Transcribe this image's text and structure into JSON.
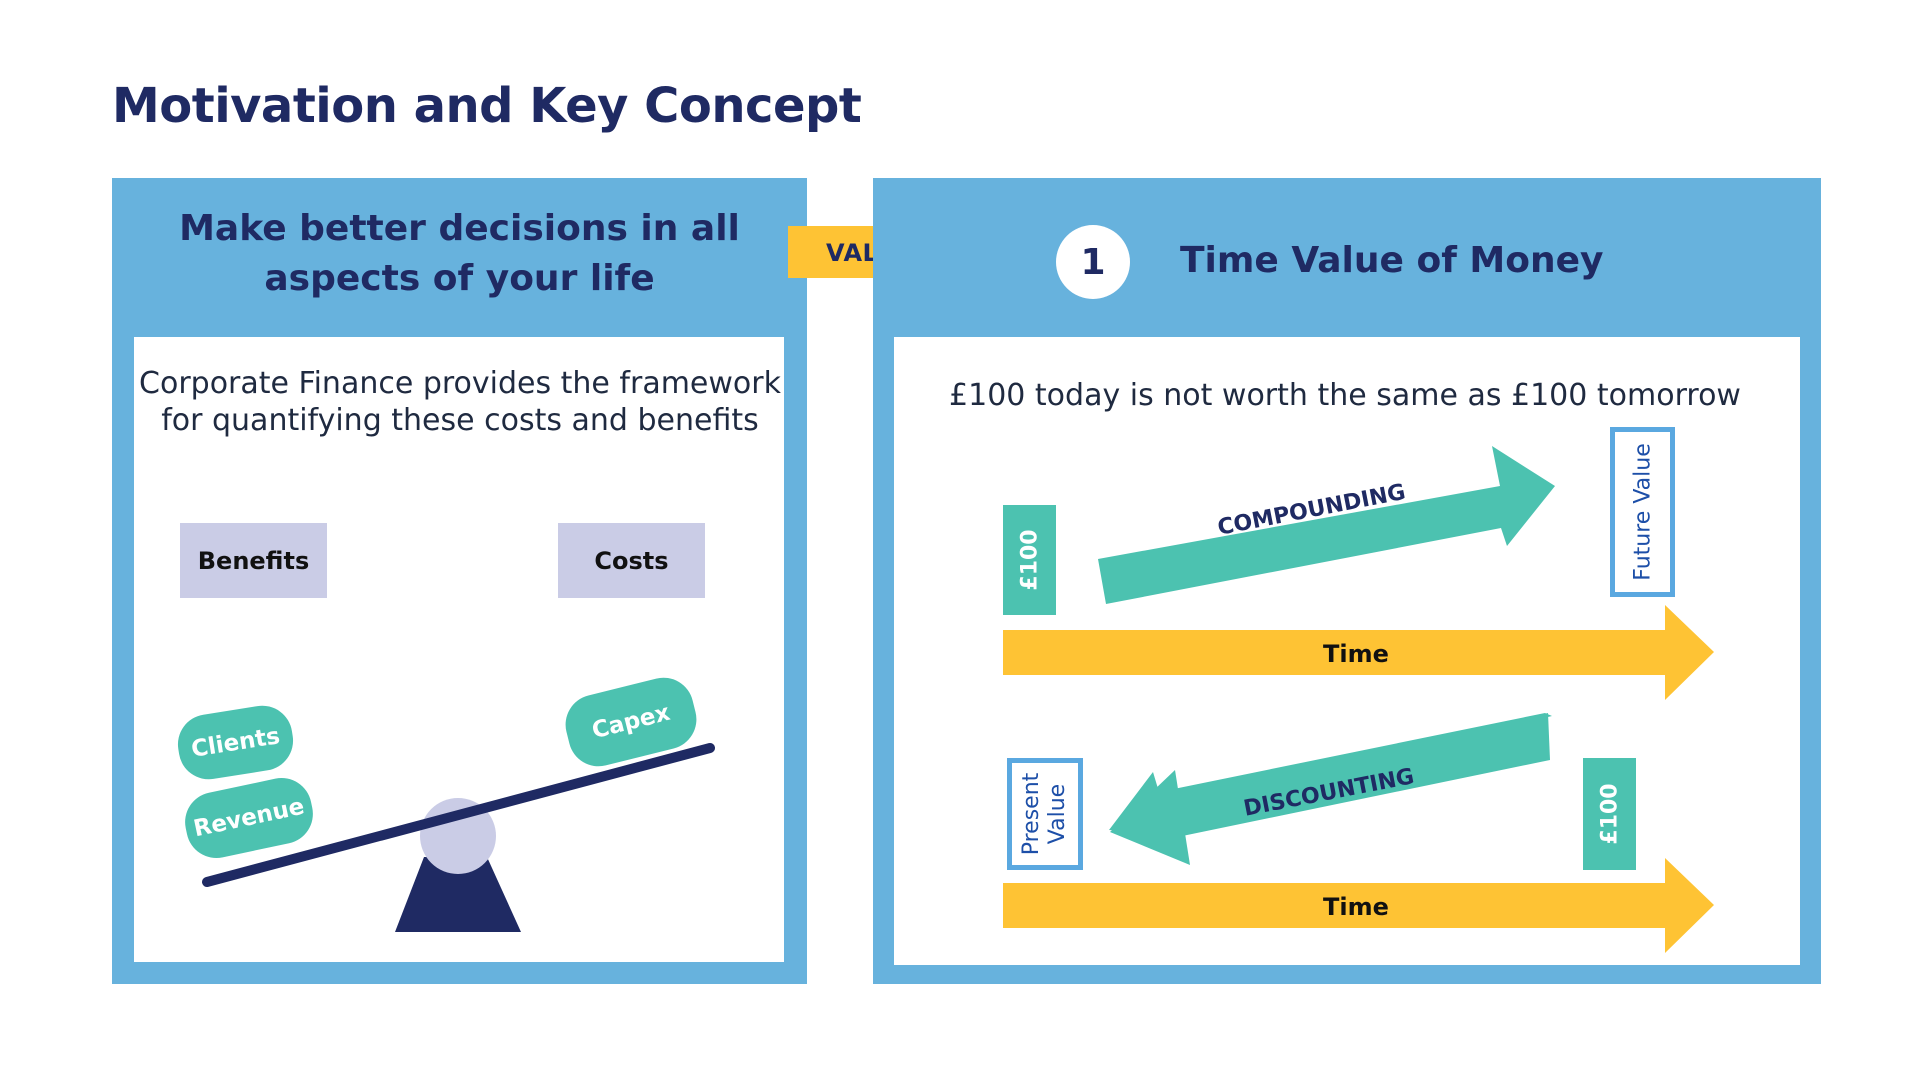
{
  "page": {
    "title": "Motivation and Key Concept"
  },
  "left_panel": {
    "heading": "Make better decisions in all aspects of your life",
    "body": "Corporate Finance provides the framework for quantifying these costs and benefits",
    "benefits_label": "Benefits",
    "costs_label": "Costs",
    "pills": {
      "clients": "Clients",
      "revenue": "Revenue",
      "capex": "Capex"
    }
  },
  "connector": {
    "label": "VALUATION"
  },
  "right_panel": {
    "number": "1",
    "heading": "Time Value of Money",
    "statement": "£100 today is not worth the same as £100 tomorrow",
    "compounding": {
      "start_label": "£100",
      "arrow_label": "COMPOUNDING",
      "end_label": "Future Value",
      "time_label": "Time"
    },
    "discounting": {
      "start_label": "£100",
      "arrow_label": "DISCOUNTING",
      "end_label": "Present Value",
      "time_label": "Time"
    }
  },
  "colors": {
    "navy": "#1f2a63",
    "panel_blue": "#67b2dd",
    "teal": "#4cc2b0",
    "yellow": "#fec334",
    "lavender": "#cacce6",
    "outline_blue": "#5aa8e0"
  }
}
